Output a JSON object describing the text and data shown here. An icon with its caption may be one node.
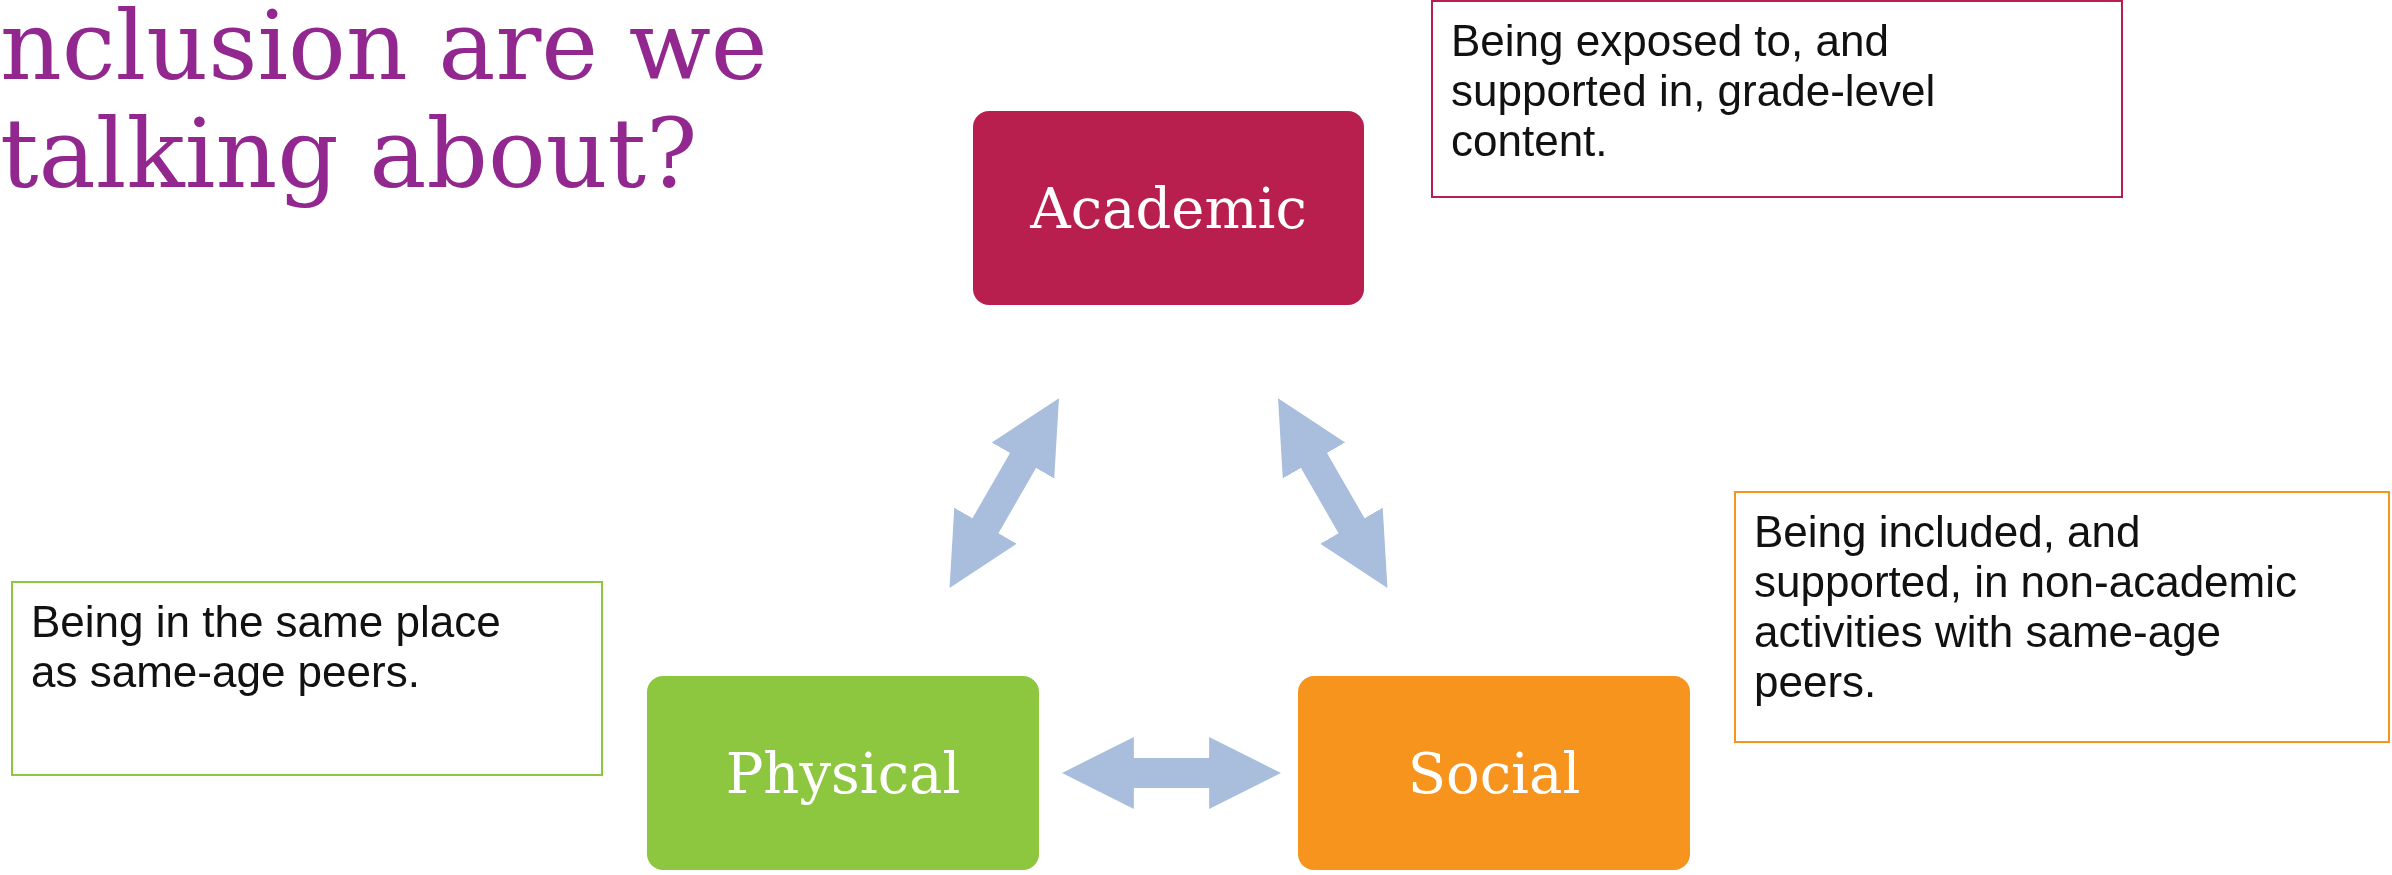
{
  "diagram": {
    "title": "nclusion are we talking about?",
    "nodes": [
      {
        "text": [
          "Academic"
        ]
      },
      {
        "text": [
          "Physical"
        ]
      },
      {
        "text": [
          "Social"
        ]
      },
      {
        "text": [
          "Being exposed to, and supported in, grade-level content."
        ]
      },
      {
        "text": [
          "Being in the same place as same-age peers."
        ]
      },
      {
        "text": [
          "Being included, and supported, in non-academic activities with same-age peers."
        ]
      }
    ],
    "edges": [
      {
        "from": 0,
        "to": 1,
        "arrow": "both"
      },
      {
        "from": 0,
        "to": 2,
        "arrow": "both"
      },
      {
        "from": 1,
        "to": 2,
        "arrow": "both"
      }
    ]
  }
}
